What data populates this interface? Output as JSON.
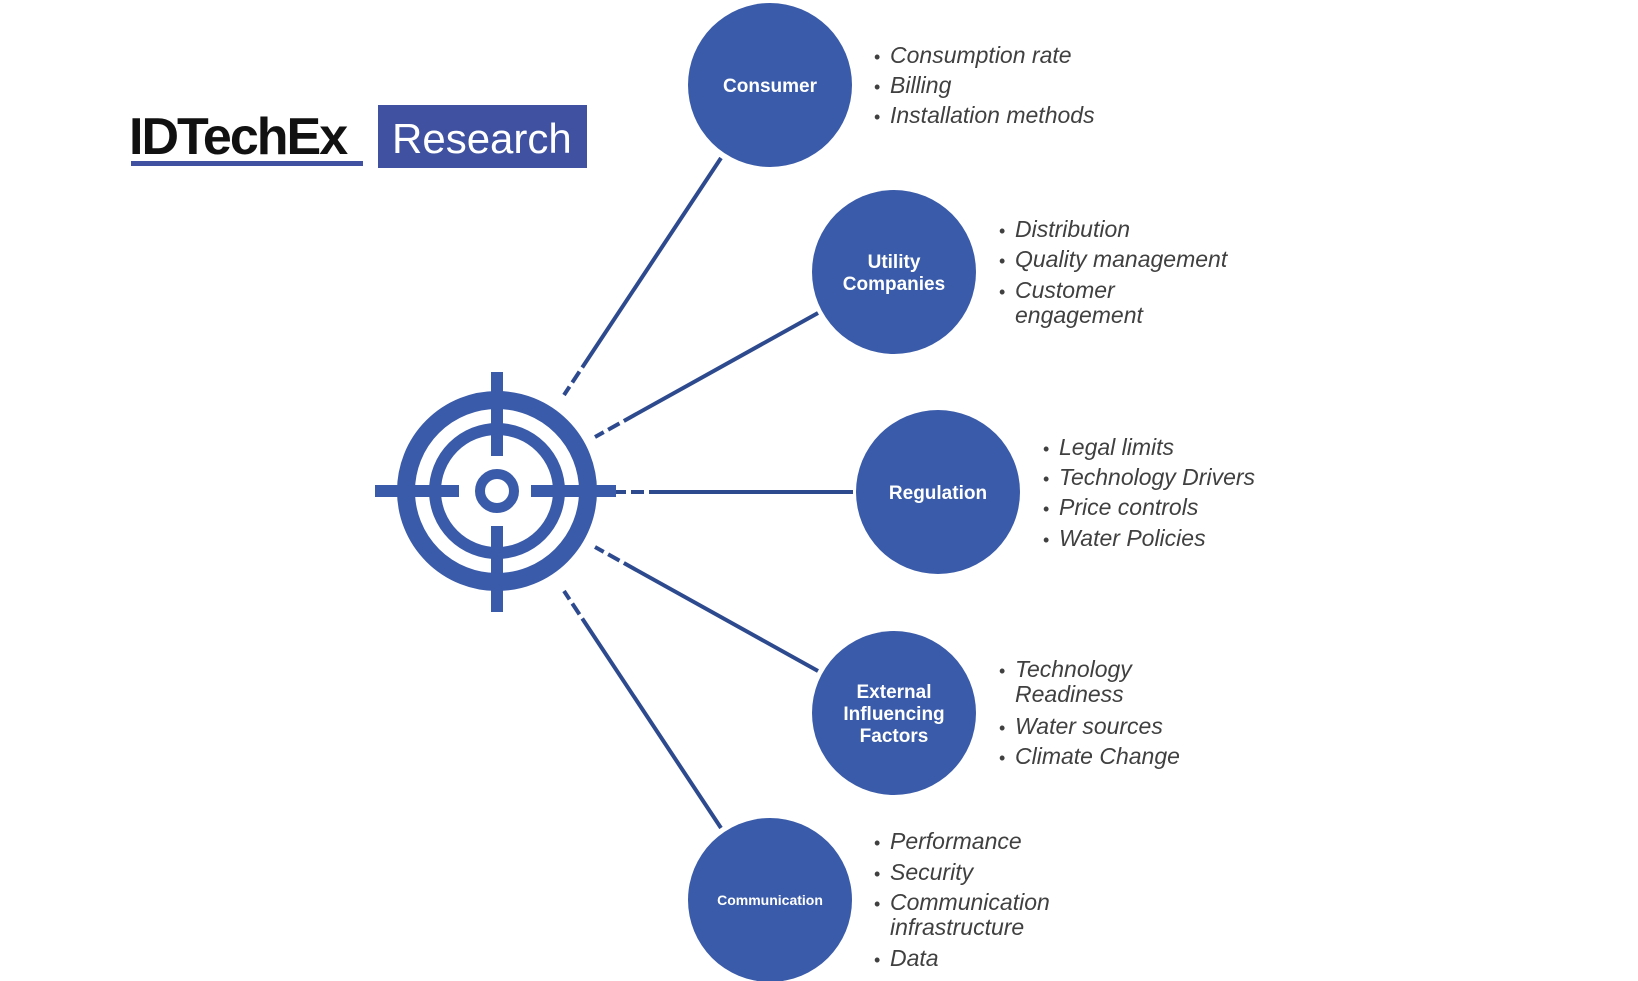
{
  "logo": {
    "brand": "IDTechEx",
    "suffix": "Research"
  },
  "colors": {
    "node": "#3a5ba9",
    "line": "#2e4a8e",
    "text": "#404040",
    "logo_box": "#3f51a0"
  },
  "nodes": [
    {
      "label_lines": [
        "Consumer"
      ],
      "items": [
        [
          "Consumption rate"
        ],
        [
          "Billing"
        ],
        [
          "Installation methods"
        ]
      ]
    },
    {
      "label_lines": [
        "Utility",
        "Companies"
      ],
      "items": [
        [
          "Distribution"
        ],
        [
          "Quality management"
        ],
        [
          "Customer",
          "engagement"
        ]
      ]
    },
    {
      "label_lines": [
        "Regulation"
      ],
      "items": [
        [
          "Legal limits"
        ],
        [
          "Technology Drivers"
        ],
        [
          "Price controls"
        ],
        [
          "Water Policies"
        ]
      ]
    },
    {
      "label_lines": [
        "External",
        "Influencing",
        "Factors"
      ],
      "items": [
        [
          "Technology",
          "Readiness"
        ],
        [
          "Water sources"
        ],
        [
          "Climate Change"
        ]
      ]
    },
    {
      "label_lines": [
        "Communication"
      ],
      "items": [
        [
          "Performance"
        ],
        [
          "Security"
        ],
        [
          "Communication",
          "infrastructure"
        ],
        [
          "Data"
        ]
      ]
    }
  ]
}
